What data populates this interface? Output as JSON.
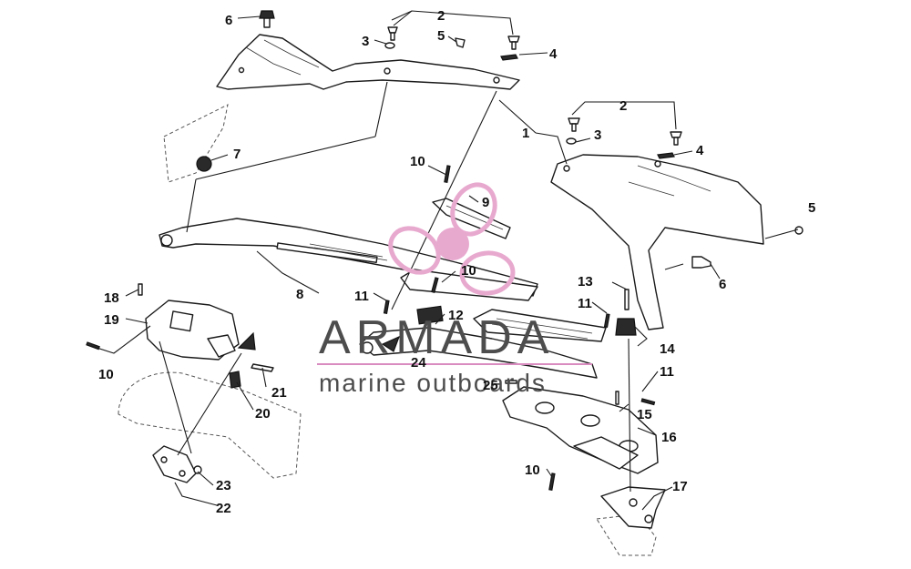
{
  "callouts": [
    {
      "id": "c6a",
      "text": "6"
    },
    {
      "id": "c2a",
      "text": "2"
    },
    {
      "id": "c3a",
      "text": "3"
    },
    {
      "id": "c5a",
      "text": "5"
    },
    {
      "id": "c4a",
      "text": "4"
    },
    {
      "id": "c7",
      "text": "7"
    },
    {
      "id": "c1",
      "text": "1"
    },
    {
      "id": "c2b",
      "text": "2"
    },
    {
      "id": "c3b",
      "text": "3"
    },
    {
      "id": "c4b",
      "text": "4"
    },
    {
      "id": "c5b",
      "text": "5"
    },
    {
      "id": "c6b",
      "text": "6"
    },
    {
      "id": "c10a",
      "text": "10"
    },
    {
      "id": "c9",
      "text": "9"
    },
    {
      "id": "c10b",
      "text": "10"
    },
    {
      "id": "c8",
      "text": "8"
    },
    {
      "id": "c11a",
      "text": "11"
    },
    {
      "id": "c12",
      "text": "12"
    },
    {
      "id": "c13",
      "text": "13"
    },
    {
      "id": "c11b",
      "text": "11"
    },
    {
      "id": "c14",
      "text": "14"
    },
    {
      "id": "c18",
      "text": "18"
    },
    {
      "id": "c19",
      "text": "19"
    },
    {
      "id": "c10c",
      "text": "10"
    },
    {
      "id": "c24",
      "text": "24"
    },
    {
      "id": "c25",
      "text": "25"
    },
    {
      "id": "c11c",
      "text": "11"
    },
    {
      "id": "c15",
      "text": "15"
    },
    {
      "id": "c21",
      "text": "21"
    },
    {
      "id": "c20",
      "text": "20"
    },
    {
      "id": "c16",
      "text": "16"
    },
    {
      "id": "c10d",
      "text": "10"
    },
    {
      "id": "c17",
      "text": "17"
    },
    {
      "id": "c23",
      "text": "23"
    },
    {
      "id": "c22",
      "text": "22"
    }
  ],
  "watermark": {
    "title": "ARMADA",
    "subtitle": "marine outboards",
    "logo_color": "#e8a9cf",
    "line_color": "#d98cc0"
  }
}
